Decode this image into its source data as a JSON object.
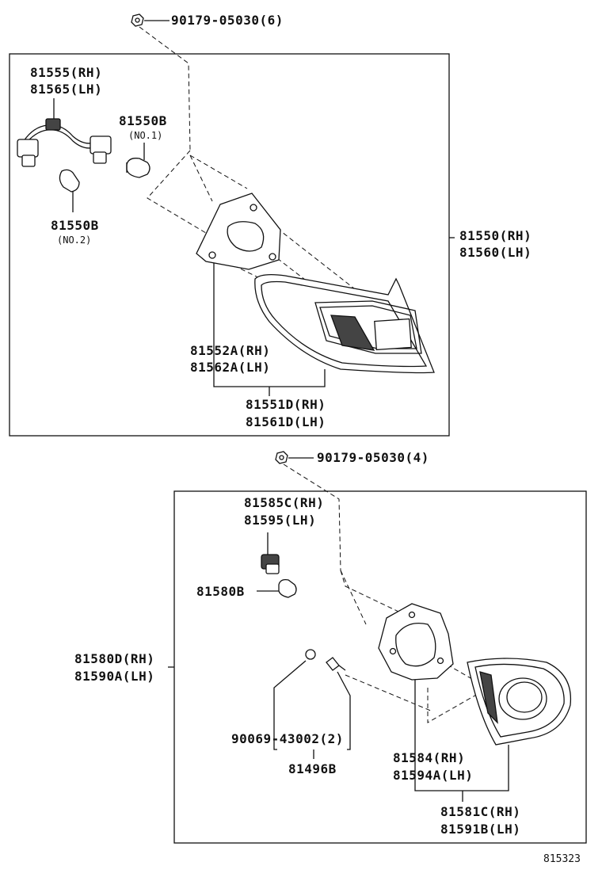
{
  "diagram_code": "815323",
  "upper": {
    "nut": "90179-05030(6)",
    "socket_wire_rh": "81555(RH)",
    "socket_wire_lh": "81565(LH)",
    "bulb_no1": "81550B",
    "bulb_no1_note": "(NO.1)",
    "bulb_no2": "81550B",
    "bulb_no2_note": "(NO.2)",
    "assembly_rh": "81550(RH)",
    "assembly_lh": "81560(LH)",
    "gasket_rh": "81552A(RH)",
    "gasket_lh": "81562A(LH)",
    "lens_rh": "81551D(RH)",
    "lens_lh": "81561D(LH)"
  },
  "lower": {
    "nut": "90179-05030(4)",
    "socket_rh": "81585C(RH)",
    "socket_lh": "81595(LH)",
    "bulb": "81580B",
    "assembly_rh": "81580D(RH)",
    "assembly_lh": "81590A(LH)",
    "clip": "90069-43002(2)",
    "clip_set": "81496B",
    "gasket_rh": "81584(RH)",
    "gasket_lh": "81594A(LH)",
    "lens_rh": "81581C(RH)",
    "lens_lh": "81591B(LH)"
  }
}
